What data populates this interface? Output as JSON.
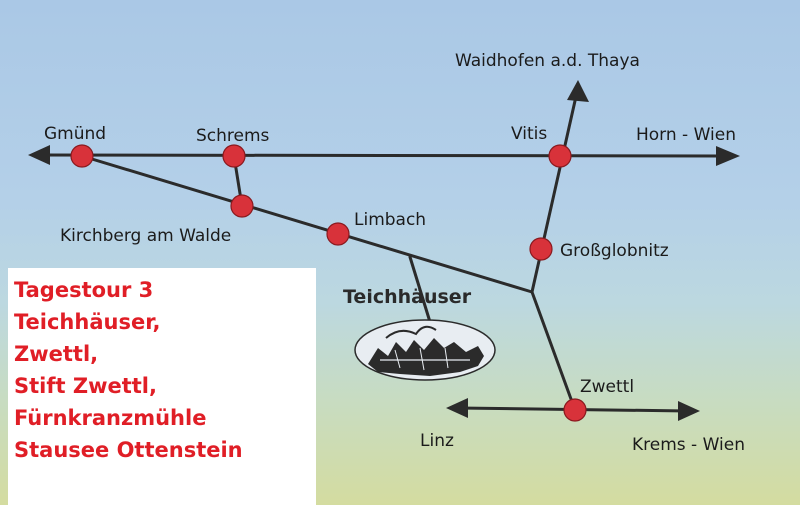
{
  "map": {
    "towns": {
      "gmuend": "Gmünd",
      "schrems": "Schrems",
      "vitis": "Vitis",
      "kirchberg": "Kirchberg am Walde",
      "limbach": "Limbach",
      "grossglobnitz": "Großglobnitz",
      "zwettl": "Zwettl"
    },
    "destinations": {
      "waidhofen": "Waidhofen a.d. Thaya",
      "horn_wien": "Horn - Wien",
      "linz": "Linz",
      "krems_wien": "Krems - Wien"
    },
    "poi": {
      "teichhaeuser": "Teichhäuser"
    },
    "colors": {
      "town_marker": "#d8323a",
      "road": "#2b2b2b",
      "info_text": "#e01e26"
    }
  },
  "info": {
    "lines": [
      "Tagestour 3",
      "Teichhäuser,",
      "Zwettl,",
      "Stift Zwettl,",
      "Fürnkranzmühle",
      "Stausee Ottenstein"
    ]
  }
}
